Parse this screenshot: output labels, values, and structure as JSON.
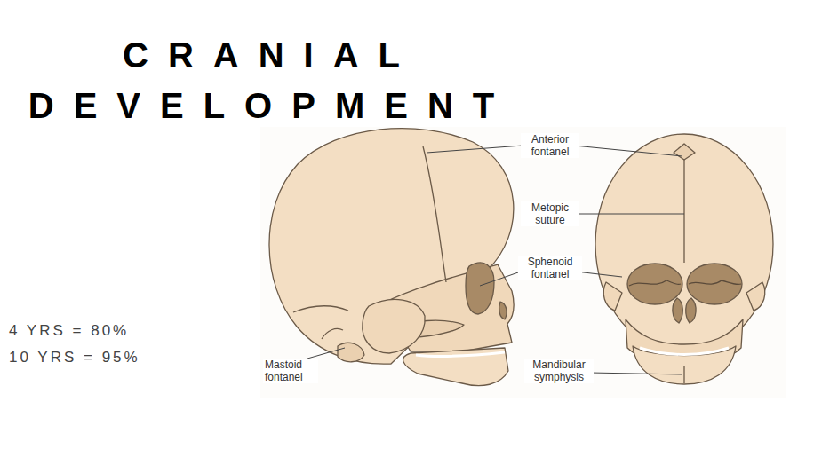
{
  "diagram": {
    "title": "CRANIAL DEVELOPMENT",
    "labels": [
      "4 YRS = 80%",
      "10 YRS = 95%",
      "Anterior fontanel",
      "Metopic suture",
      "Sphenoid fontanel",
      "Mastoid fontanel",
      "Mandibular symphysis"
    ]
  }
}
